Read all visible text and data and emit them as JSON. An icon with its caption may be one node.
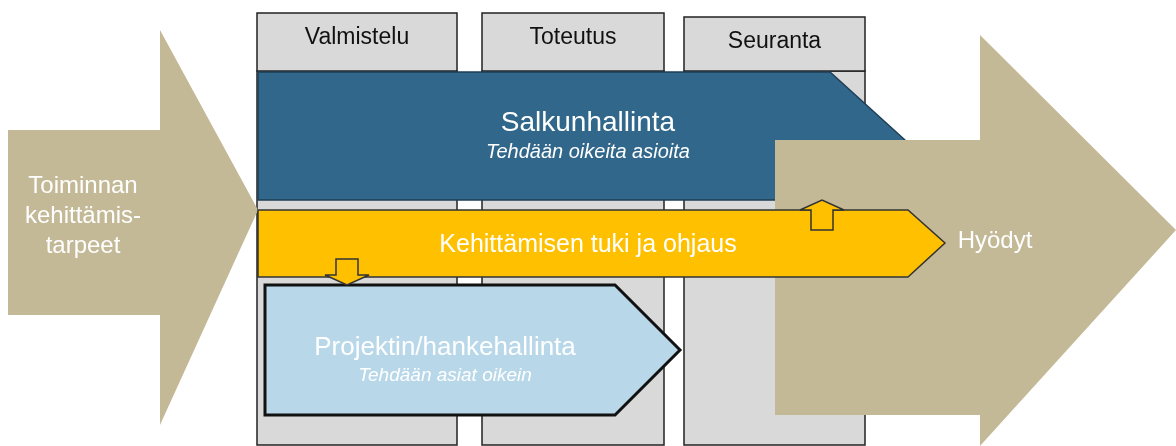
{
  "diagram": {
    "nodes": [
      {
        "text": [
          "Toiminnan kehittämis-tarpeet"
        ]
      },
      {
        "text": [
          "Valmistelu"
        ]
      },
      {
        "text": [
          "Toteutus"
        ]
      },
      {
        "text": [
          "Seuranta"
        ]
      },
      {
        "text": [
          "Salkunhallinta",
          "Tehdään oikeita asioita"
        ]
      },
      {
        "text": [
          "Kehittämisen tuki ja ohjaus"
        ]
      },
      {
        "text": [
          "Projektin/hankehallinta",
          "Tehdään asiat oikein"
        ]
      },
      {
        "text": [
          "Hyödyt"
        ]
      }
    ],
    "edges": [
      {
        "from": 5,
        "to": 6,
        "arrow": "to"
      },
      {
        "from": 5,
        "to": 4,
        "arrow": "to"
      }
    ]
  }
}
